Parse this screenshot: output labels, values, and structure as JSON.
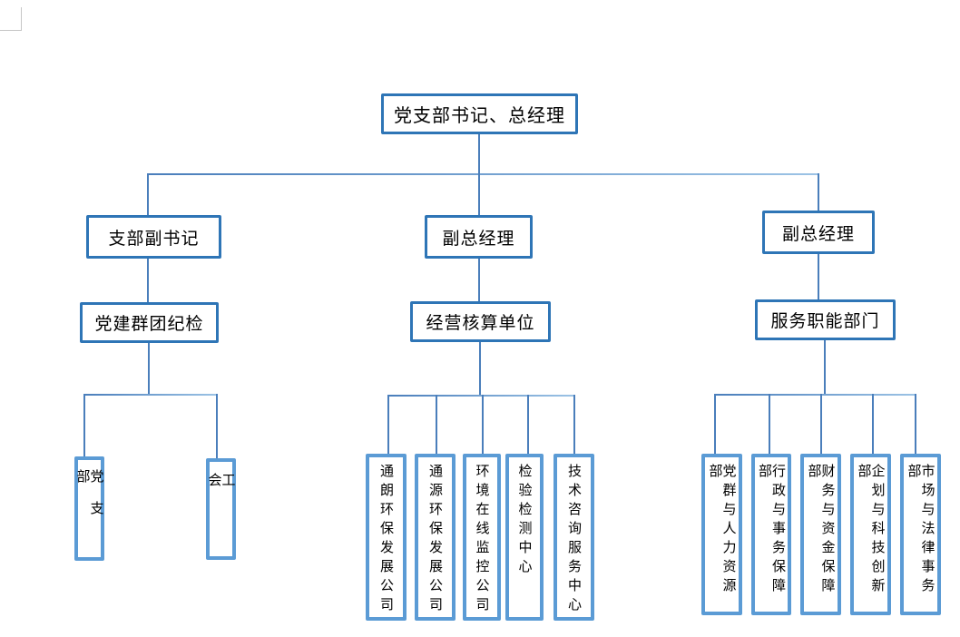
{
  "colors": {
    "border_dark": "#2e75b6",
    "border_light": "#5b9bd5",
    "connector": "#4a7ebb",
    "connector_light": "#9cc3e5"
  },
  "org_chart": {
    "root": "党支部书记、总经理",
    "branches": [
      {
        "manager": "支部副书记",
        "division": "党建群团纪检",
        "units": [
          "党支部",
          "工会"
        ]
      },
      {
        "manager": "副总经理",
        "division": "经营核算单位",
        "units": [
          "通朗环保发展公司",
          "通源环保发展公司",
          "环境在线监控公司",
          "检验检测中心",
          "技术咨询服务中心"
        ]
      },
      {
        "manager": "副总经理",
        "division": "服务职能部门",
        "units": [
          "党群与人力资源部",
          "行政与事务保障部",
          "财务与资金保障部",
          "企划与科技创新部",
          "市场与法律事务部"
        ]
      }
    ]
  }
}
